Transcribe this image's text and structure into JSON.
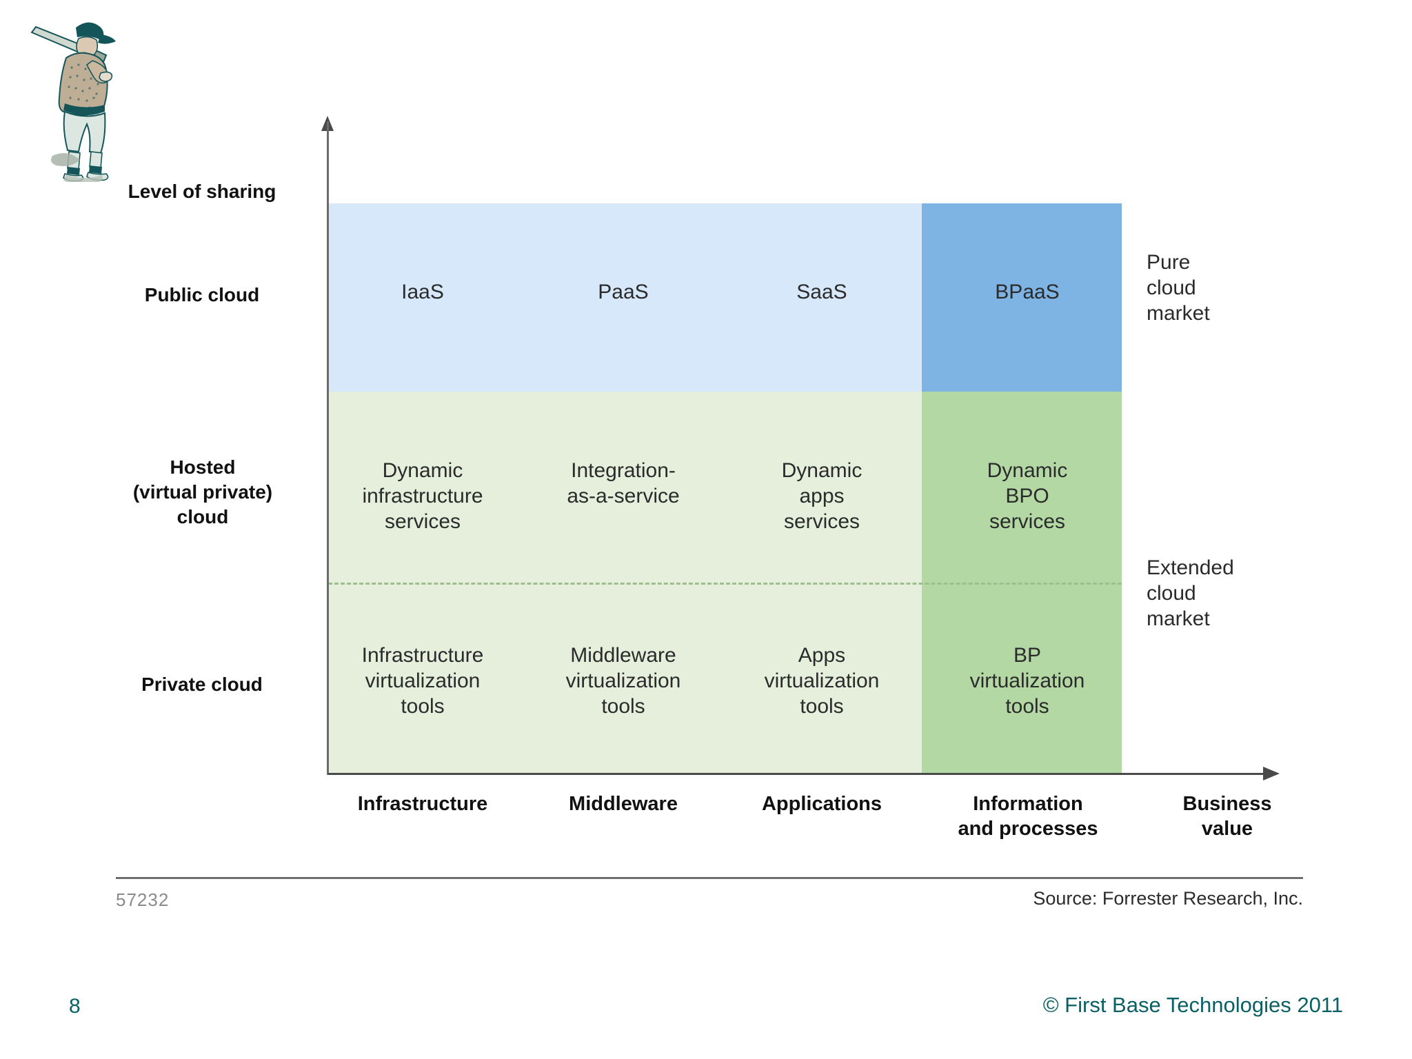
{
  "slide": {
    "page_number": "8",
    "copyright": "© First Base Technologies 2011"
  },
  "figure": {
    "source_id": "57232",
    "source_text": "Source: Forrester Research, Inc."
  },
  "chart_data": {
    "type": "table",
    "title": "",
    "xlabel": "Business value",
    "ylabel": "Level of sharing",
    "grid": false,
    "legend": "none",
    "x_axis_label": "Business value",
    "y_axis_label": "Level of sharing",
    "categories": [
      "Infrastructure",
      "Middleware",
      "Applications",
      "Information and processes"
    ],
    "rows": [
      "Public cloud",
      "Hosted (virtual private) cloud",
      "Private cloud"
    ],
    "cells": [
      [
        "IaaS",
        "PaaS",
        "SaaS",
        "BPaaS"
      ],
      [
        "Dynamic\ninfrastructure\nservices",
        "Integration-\nas-a-service",
        "Dynamic\napps\nservices",
        "Dynamic\nBPO\nservices"
      ],
      [
        "Infrastructure\nvirtualization\ntools",
        "Middleware\nvirtualization\ntools",
        "Apps\nvirtualization\ntools",
        "BP\nvirtualization\ntools"
      ]
    ],
    "row_labels": {
      "public": "Public cloud",
      "hosted": "Hosted\n(virtual private)\ncloud",
      "private": "Private cloud"
    },
    "col_labels": {
      "infrastructure": "Infrastructure",
      "middleware": "Middleware",
      "applications": "Applications",
      "information": "Information\nand processes",
      "business_value": "Business\nvalue"
    },
    "annotations": [
      {
        "name": "pure-cloud-market",
        "text": "Pure\ncloud\nmarket"
      },
      {
        "name": "extended-cloud-market",
        "text": "Extended\ncloud\nmarket"
      }
    ],
    "colors": {
      "public_band": "#d6e8fa",
      "hosted_band": "#e5efdc",
      "private_band": "#e5efdc",
      "bpaas_highlight": "#7db4e3",
      "bp_highlight": "#b3d8a4",
      "dashed_divider": "#9dbf8e",
      "axis": "#4a4a4a",
      "footer_text": "#0b6066"
    }
  }
}
